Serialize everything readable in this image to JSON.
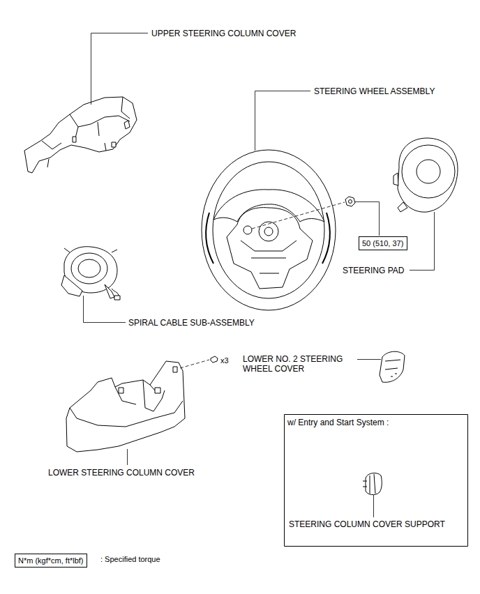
{
  "diagram": {
    "nodes": [
      {
        "text": [
          "50 (510, 37)"
        ]
      },
      {
        "text": [
          "w/ Entry and Start System :",
          "STEERING COLUMN COVER SUPPORT"
        ]
      },
      {
        "text": [
          "N*m (kgf*cm, ft*lbf)"
        ]
      }
    ],
    "edges": [],
    "labels": [
      "UPPER STEERING COLUMN COVER",
      "STEERING WHEEL ASSEMBLY",
      "STEERING PAD",
      "SPIRAL CABLE SUB-ASSEMBLY",
      "x3",
      "LOWER NO. 2 STEERING WHEEL COVER",
      "LOWER STEERING COLUMN COVER",
      ": Specified torque"
    ]
  }
}
